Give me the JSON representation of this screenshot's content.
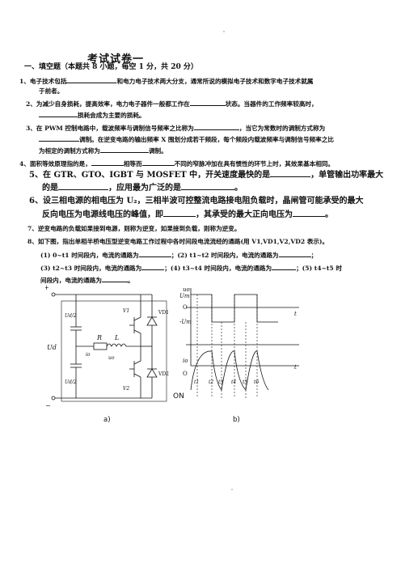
{
  "title": "考试试卷一",
  "section1": "一、填空题（本题共 8 小题，每空 1 分，共 20 分）",
  "q1": {
    "a": "1、电子技术包括",
    "b": "和电力电子技术两大分支，通常所说的模拟电子技术和数字电子技术就属",
    "c": "于前者。"
  },
  "q2": {
    "a": "2、为减少自身损耗，提高效率，电力电子器件一般都工作在",
    "b": "状态。当器件的工作频率较高时，",
    "c": "损耗会成为主要的损耗。"
  },
  "q3": {
    "a": "3、在 PWM 控制电路中，载波频率与调制信号频率之比称为",
    "b": "，当它为常数时的调制方式称为",
    "c": "调制。在逆变电路的输出频率 X 围划分成若干频段，每个频段内载波频率与调制信号频率之比",
    "d": "为桓定的调制方式称为",
    "e": "调制。"
  },
  "q4": {
    "a": "4、面积等效原理指的是，",
    "b": "相等而",
    "c": "不同的窄脉冲加在具有惯性的环节上时，其效果基本相同。"
  },
  "q5": {
    "a": "5、在 GTR、GTO、IGBT 与 MOSFET 中，开关速度最快的是",
    "b": "，单管输出功率最大",
    "c": "的是",
    "d": "，应用最为广泛的是",
    "e": "。"
  },
  "q6": {
    "a": "6、设三相电源的相电压为 U₂，三相半波可控整流电路接电阻负载时，晶闸管可能承受的最大",
    "b": "反向电压为电源线电压的峰值，即",
    "c": "，其承受的最大正向电压为",
    "d": "。"
  },
  "q7": {
    "a": "7、逆变电路的负载如果接到电源，则称为逆变，如果接到负载，则称为逆变。"
  },
  "q8": {
    "a": "8、如下图，指出单相半桥电压型逆变电路工作过程中各时间段电流流经的通路(用 V1,VD1,V2,VD2 表示)。",
    "b1": "(1)  0~t1 时间段内，电流的通路为",
    "b2": "；(2)  t1~t2 时间段内，电流的通路为",
    "b3": "；",
    "c1": "(3)  t2~t3 时间段内，电流的通路为",
    "c2": "；(4)  t3~t4 时间段内，电流的通路为",
    "c3": "；(5)  t4~t5 时",
    "d1": "间段内，电流的通路为",
    "d2": "。"
  },
  "figure": {
    "label_a": "a)",
    "label_b": "b)",
    "on_label": "ON",
    "circuit_labels": {
      "ud": "Ud",
      "ud2_top": "Ud/2",
      "ud2_bot": "Ud/2",
      "r": "R",
      "l": "L",
      "io": "io",
      "uo": "uo",
      "v1": "V1",
      "v2": "V2",
      "vd1": "VD1",
      "vd2": "VD2"
    },
    "wave_labels": {
      "uo": "uo",
      "um": "Um",
      "zero": "O",
      "neg_um": "-Um",
      "t_axis": "t",
      "io": "io",
      "zero2": "O",
      "t1": "t1",
      "t2": "t2",
      "t3": "t3",
      "t4": "t4",
      "t5": "t5",
      "t6": "t6",
      "t_axis2": "t"
    }
  }
}
